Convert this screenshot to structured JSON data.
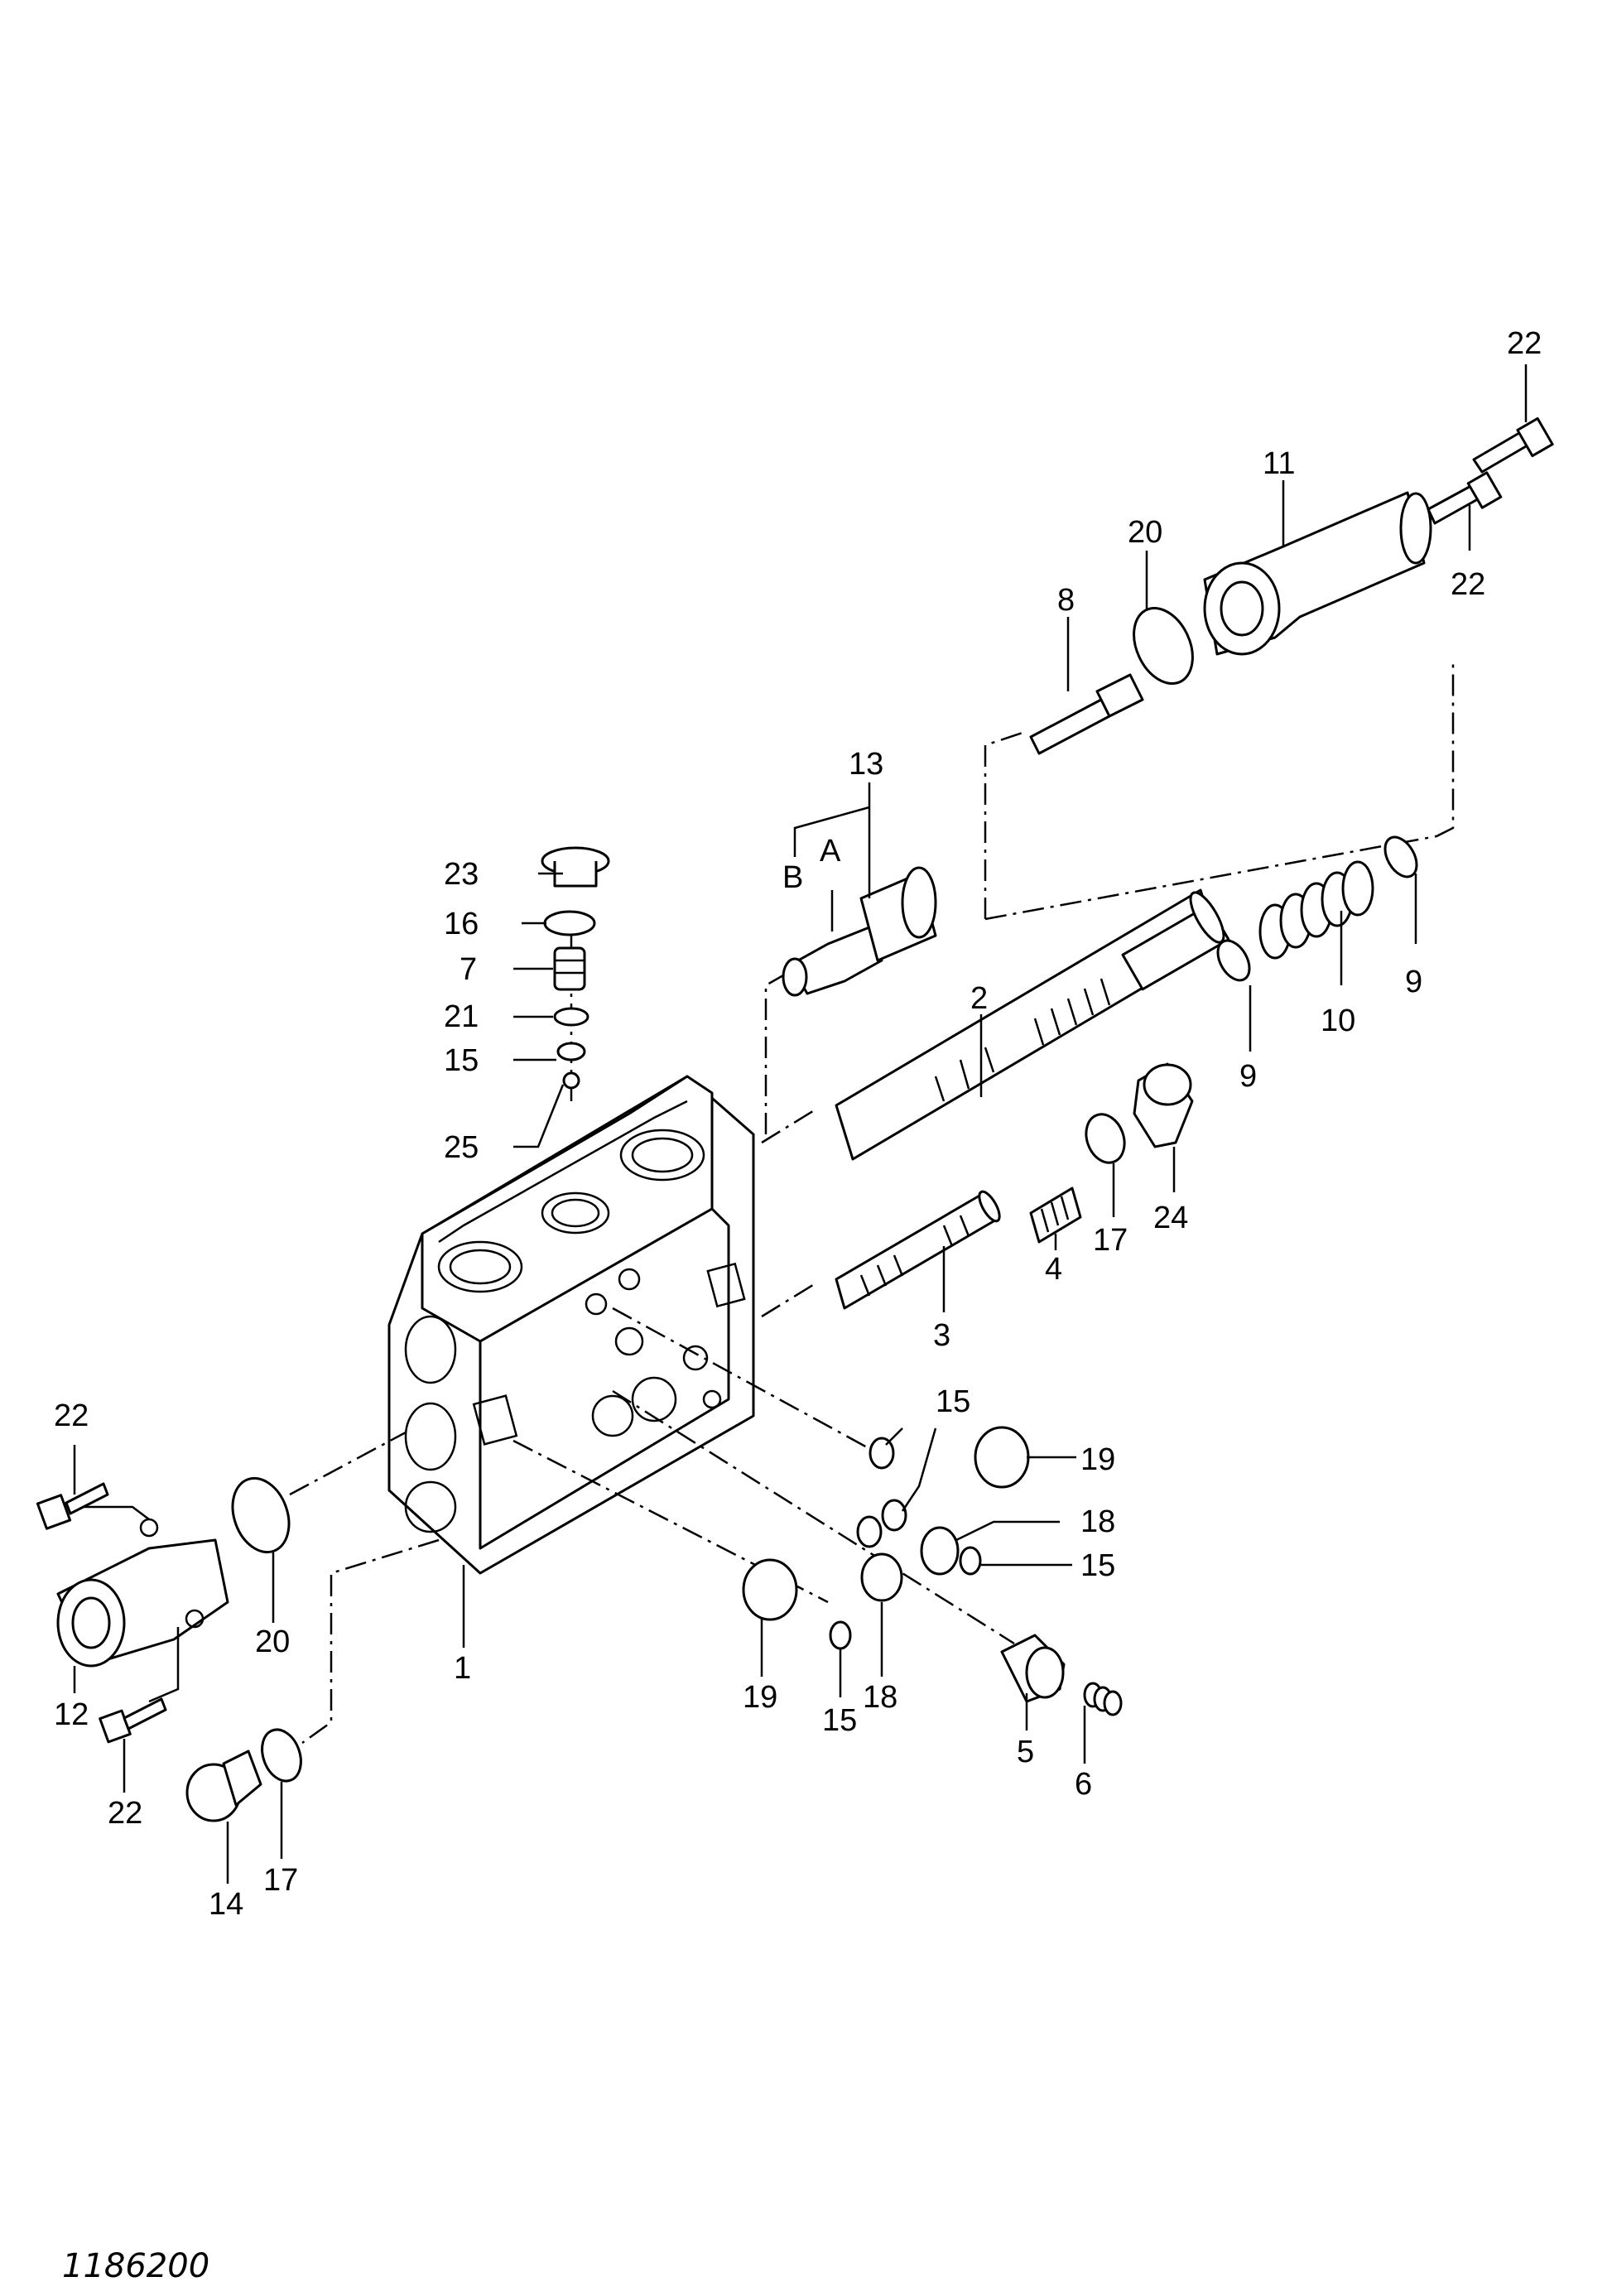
{
  "callouts": [
    {
      "id": "c22a",
      "label": "22"
    },
    {
      "id": "c11",
      "label": "11"
    },
    {
      "id": "c20a",
      "label": "20"
    },
    {
      "id": "c22b",
      "label": "22"
    },
    {
      "id": "c8",
      "label": "8"
    },
    {
      "id": "c13",
      "label": "13"
    },
    {
      "id": "cA",
      "label": "A"
    },
    {
      "id": "cB",
      "label": "B"
    },
    {
      "id": "c23",
      "label": "23"
    },
    {
      "id": "c16",
      "label": "16"
    },
    {
      "id": "c7",
      "label": "7"
    },
    {
      "id": "c21",
      "label": "21"
    },
    {
      "id": "c15a",
      "label": "15"
    },
    {
      "id": "c25",
      "label": "25"
    },
    {
      "id": "c2",
      "label": "2"
    },
    {
      "id": "c9a",
      "label": "9"
    },
    {
      "id": "c9b",
      "label": "9"
    },
    {
      "id": "c10",
      "label": "10"
    },
    {
      "id": "c24",
      "label": "24"
    },
    {
      "id": "c17a",
      "label": "17"
    },
    {
      "id": "c4",
      "label": "4"
    },
    {
      "id": "c3",
      "label": "3"
    },
    {
      "id": "c15b",
      "label": "15"
    },
    {
      "id": "c19a",
      "label": "19"
    },
    {
      "id": "c18a",
      "label": "18"
    },
    {
      "id": "c15c",
      "label": "15"
    },
    {
      "id": "c22c",
      "label": "22"
    },
    {
      "id": "c20b",
      "label": "20"
    },
    {
      "id": "c1",
      "label": "1"
    },
    {
      "id": "c19b",
      "label": "19"
    },
    {
      "id": "c18b",
      "label": "18"
    },
    {
      "id": "c15d",
      "label": "15"
    },
    {
      "id": "c5",
      "label": "5"
    },
    {
      "id": "c6",
      "label": "6"
    },
    {
      "id": "c12",
      "label": "12"
    },
    {
      "id": "c22d",
      "label": "22"
    },
    {
      "id": "c17b",
      "label": "17"
    },
    {
      "id": "c14",
      "label": "14"
    }
  ],
  "drawing_number": "1186200"
}
